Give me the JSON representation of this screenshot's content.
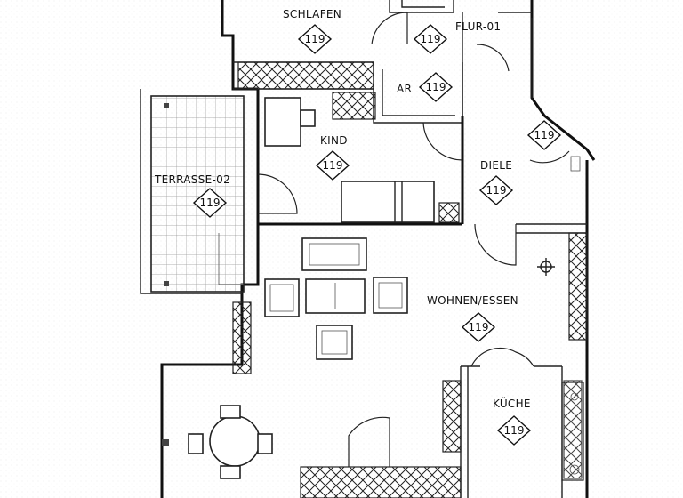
{
  "rooms": [
    {
      "name": "SCHLAFEN",
      "code": "119"
    },
    {
      "name": "FLUR-01",
      "code": "119"
    },
    {
      "name": "AR",
      "code": "119"
    },
    {
      "name": "KIND",
      "code": "119"
    },
    {
      "name": "DIELE",
      "code": "119"
    },
    {
      "name": "TERRASSE-02",
      "code": "119"
    },
    {
      "name": "WOHNEN/ESSEN",
      "code": "119"
    },
    {
      "name": "KÜCHE",
      "code": "119"
    }
  ],
  "extra_tags": [
    {
      "code": "119",
      "for": "door-tag"
    }
  ]
}
